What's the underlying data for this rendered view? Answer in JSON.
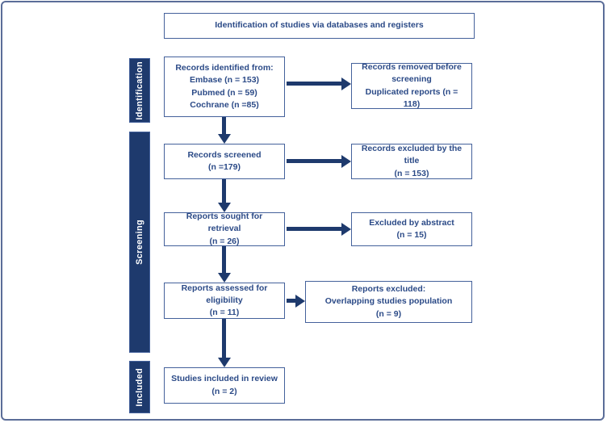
{
  "colors": {
    "frame_border": "#5b6d98",
    "box_border": "#44619b",
    "text_navy": "#2b4a87",
    "bar_fill": "#1e3a6d",
    "arrow": "#1e3a6d",
    "sidebar_text": "#ffffff",
    "background": "#ffffff"
  },
  "title_box": {
    "text": "Identification of studies via databases and registers"
  },
  "sidebar": {
    "items": [
      {
        "label": "Identification"
      },
      {
        "label": "Screening"
      },
      {
        "label": "Included"
      }
    ]
  },
  "flow": {
    "left": [
      {
        "lines": [
          "Records identified from:",
          "Embase (n = 153)",
          "Pubmed (n = 59)",
          "Cochrane (n =85)"
        ]
      },
      {
        "lines": [
          "Records screened",
          "(n =179)"
        ]
      },
      {
        "lines": [
          "Reports sought for retrieval",
          "(n = 26)"
        ]
      },
      {
        "lines": [
          "Reports assessed for eligibility",
          "(n = 11)"
        ]
      },
      {
        "lines": [
          "Studies included in review",
          "(n = 2)"
        ]
      }
    ],
    "right": [
      {
        "lines": [
          "Records removed before",
          "screening",
          "Duplicated reports (n = 118)"
        ]
      },
      {
        "lines": [
          "Records excluded by the title",
          "(n = 153)"
        ]
      },
      {
        "lines": [
          "Excluded by abstract",
          "(n = 15)"
        ]
      },
      {
        "lines": [
          "Reports excluded:",
          "Overlapping studies population",
          "(n = 9)"
        ]
      }
    ]
  }
}
